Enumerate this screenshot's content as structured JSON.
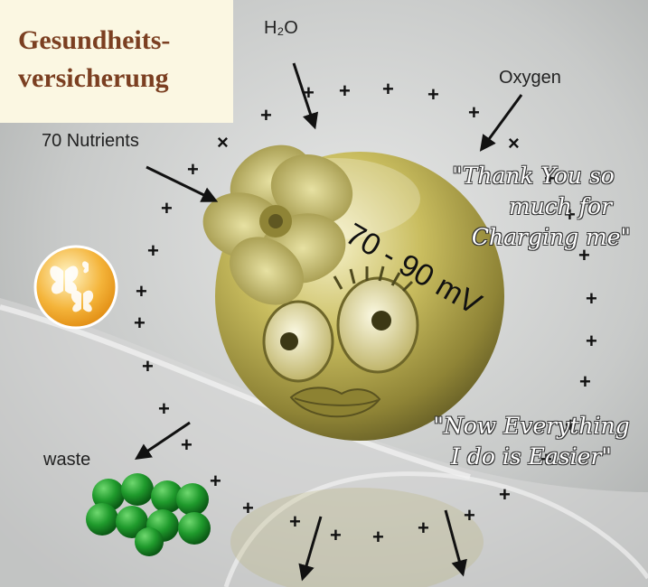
{
  "title": {
    "line1": "Gesundheits-",
    "line2": "versicherung"
  },
  "labels": {
    "water": "H₂O",
    "oxygen": "Oxygen",
    "nutrients": "70 Nutrients",
    "waste": "waste",
    "voltage": "70 - 90 mV"
  },
  "quotes": {
    "top_line1": "\"Thank You so",
    "top_line2": "much for",
    "top_line3": "Charging me\"",
    "bottom_line1": "\"Now Everything",
    "bottom_line2": "I do is Easier\""
  },
  "colors": {
    "background": "#c9cbca",
    "title_bg": "#fbf7e2",
    "title_text": "#7b3f21",
    "cell": "#b7ac4e",
    "waste_balls": "#1e8a2a",
    "logo": "#f2a51a"
  },
  "icons": {
    "logo": "butterfly-icon"
  }
}
